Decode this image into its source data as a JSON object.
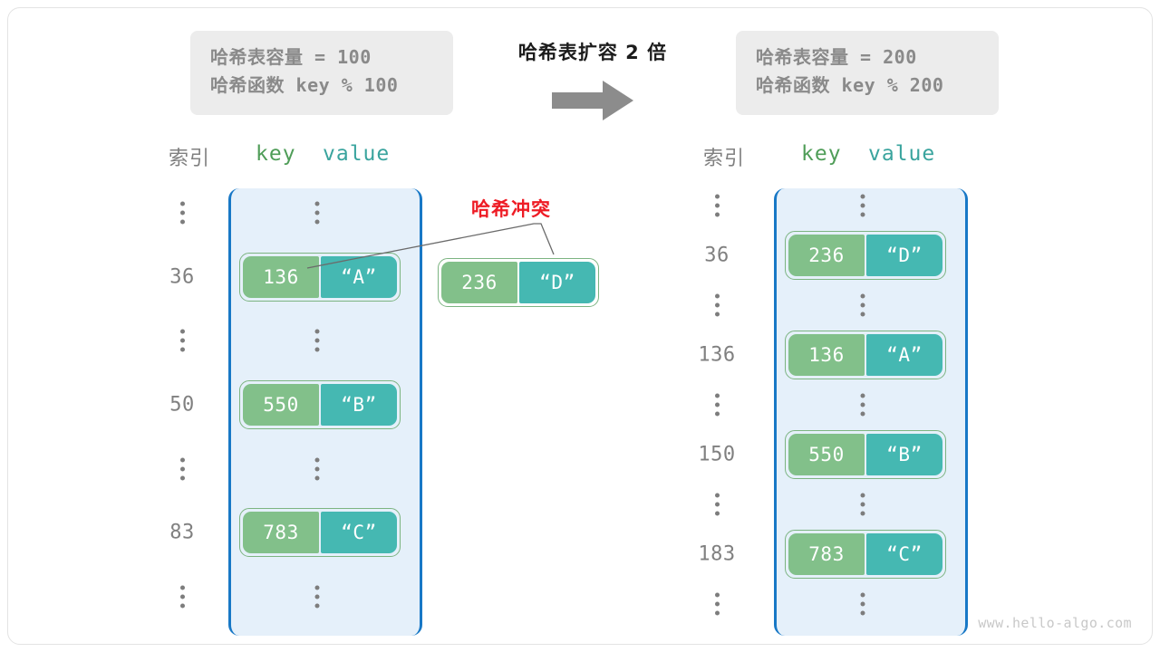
{
  "diagram": {
    "title": "哈希表扩容 2 倍",
    "arrow_icon": "right-arrow-icon",
    "watermark": "www.hello-algo.com",
    "collision_label": "哈希冲突",
    "colors": {
      "key_fill": "#82c08a",
      "value_fill": "#45b8b2",
      "pair_border": "#7cb481",
      "bucket_fill": "#e5f0fa",
      "bucket_border": "#1878c6",
      "collision_red": "#ee1c25",
      "info_box_bg": "#ececec",
      "index_gray": "#808080",
      "key_header": "#4f9d58",
      "value_header": "#3aa49e"
    }
  },
  "left": {
    "info": {
      "capacity_line": "哈希表容量 = 100",
      "hash_fn_line": "哈希函数 key % 100"
    },
    "header": {
      "index": "索引",
      "key": "key",
      "value": "value"
    },
    "rows": [
      {
        "type": "dots",
        "index": "⋮",
        "key": "",
        "value": ""
      },
      {
        "type": "entry",
        "index": "36",
        "key": "136",
        "value": "“A”"
      },
      {
        "type": "dots",
        "index": "⋮",
        "key": "",
        "value": ""
      },
      {
        "type": "entry",
        "index": "50",
        "key": "550",
        "value": "“B”"
      },
      {
        "type": "dots",
        "index": "⋮",
        "key": "",
        "value": ""
      },
      {
        "type": "entry",
        "index": "83",
        "key": "783",
        "value": "“C”"
      },
      {
        "type": "dots",
        "index": "⋮",
        "key": "",
        "value": ""
      }
    ],
    "colliding_entry": {
      "key": "236",
      "value": "“D”"
    }
  },
  "right": {
    "info": {
      "capacity_line": "哈希表容量 = 200",
      "hash_fn_line": "哈希函数 key % 200"
    },
    "header": {
      "index": "索引",
      "key": "key",
      "value": "value"
    },
    "rows": [
      {
        "type": "dots",
        "index": "⋮",
        "key": "",
        "value": ""
      },
      {
        "type": "entry",
        "index": "36",
        "key": "236",
        "value": "“D”"
      },
      {
        "type": "dots",
        "index": "⋮",
        "key": "",
        "value": ""
      },
      {
        "type": "entry",
        "index": "136",
        "key": "136",
        "value": "“A”"
      },
      {
        "type": "dots",
        "index": "⋮",
        "key": "",
        "value": ""
      },
      {
        "type": "entry",
        "index": "150",
        "key": "550",
        "value": "“B”"
      },
      {
        "type": "dots",
        "index": "⋮",
        "key": "",
        "value": ""
      },
      {
        "type": "entry",
        "index": "183",
        "key": "783",
        "value": "“C”"
      },
      {
        "type": "dots",
        "index": "⋮",
        "key": "",
        "value": ""
      }
    ]
  }
}
